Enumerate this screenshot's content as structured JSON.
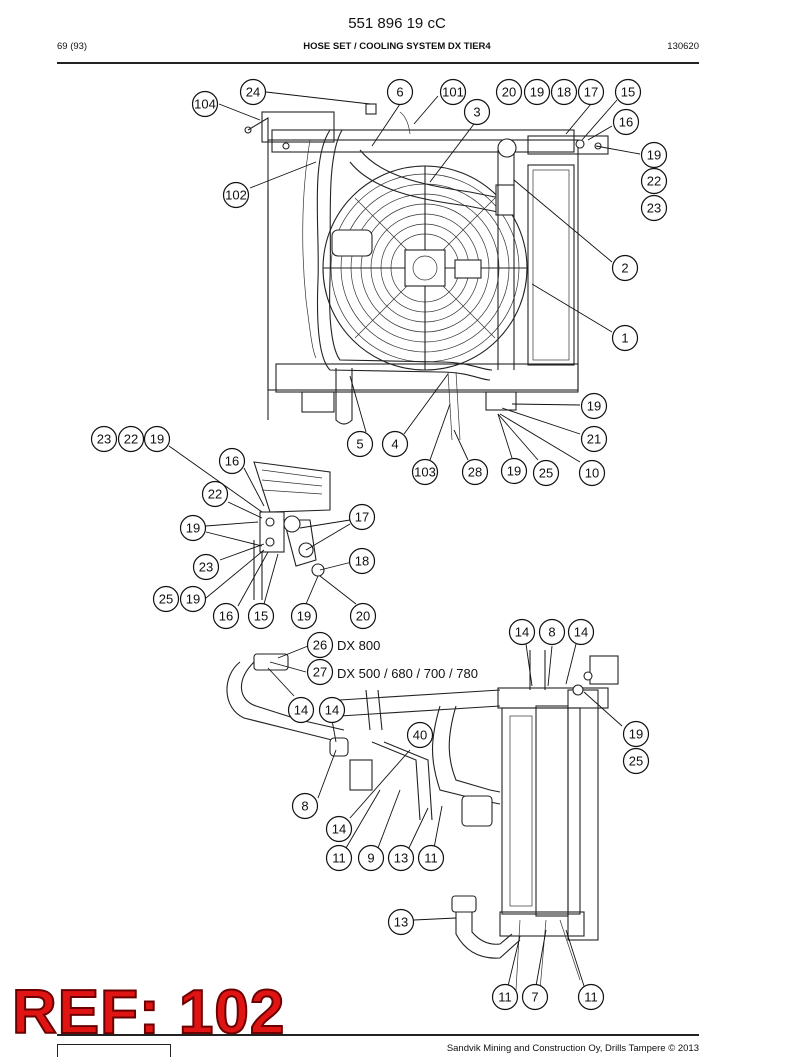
{
  "header": {
    "doc_number": "551 896 19 cC",
    "page": "69 (93)",
    "title": "HOSE SET / COOLING SYSTEM DX TIER4",
    "date_code": "130620"
  },
  "callouts": {
    "top": [
      "24",
      "104",
      "6",
      "101",
      "3",
      "20",
      "19",
      "18",
      "17",
      "15",
      "16",
      "19",
      "22",
      "23",
      "102",
      "2",
      "1",
      "19",
      "21",
      "5",
      "4",
      "103",
      "28",
      "19",
      "25",
      "10"
    ],
    "middle": [
      "23",
      "22",
      "19",
      "16",
      "22",
      "19",
      "17",
      "23",
      "18",
      "25",
      "19",
      "16",
      "15",
      "19",
      "20"
    ],
    "bottom": [
      "26",
      "27",
      "14",
      "8",
      "14",
      "14",
      "14",
      "40",
      "19",
      "25",
      "8",
      "14",
      "11",
      "9",
      "13",
      "11",
      "13",
      "11",
      "7",
      "11"
    ]
  },
  "variants": {
    "dx800": "DX 800",
    "dx_others": "DX 500 / 680 / 700 / 780"
  },
  "stamp": "REF: 102",
  "footer": {
    "copyright": "Sandvik Mining and Construction Oy, Drills Tampere © 2013"
  }
}
